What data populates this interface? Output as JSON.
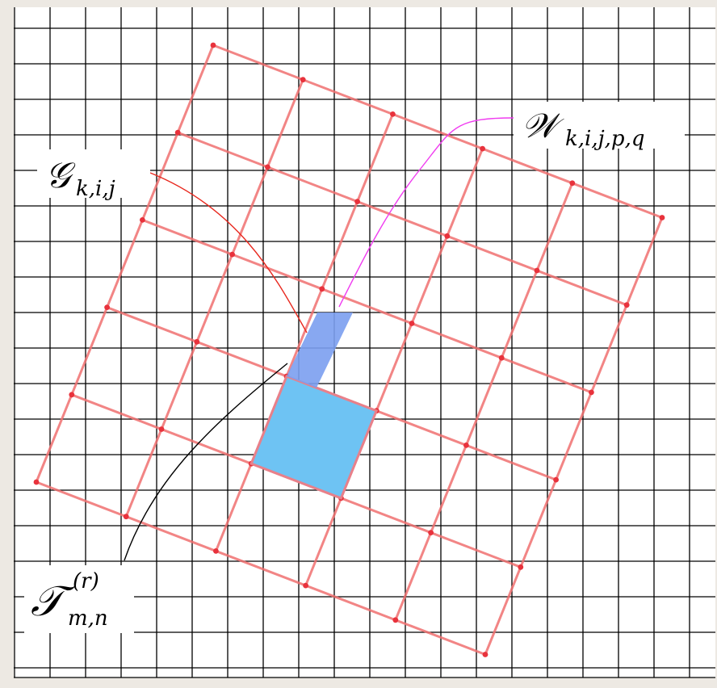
{
  "colors": {
    "background": "#ede9e3",
    "paper": "#ffffff",
    "grid": "#000000",
    "rotated_grid": "#f07070",
    "cell_fill": "#6ec3f3",
    "cell_stroke": "#e8808a",
    "window_fill": "#7b9ef0",
    "leader_g": "#e8281e",
    "leader_w": "#f03cf0",
    "leader_t": "#000000"
  },
  "labels": {
    "g": {
      "main": "𝒢",
      "sub": "k,i,j",
      "sup": ""
    },
    "w": {
      "main": "𝒲",
      "sub": "k,i,j,p,q",
      "sup": ""
    },
    "t": {
      "main": "𝒯",
      "sub": "m,n",
      "sup": "(r)"
    }
  }
}
